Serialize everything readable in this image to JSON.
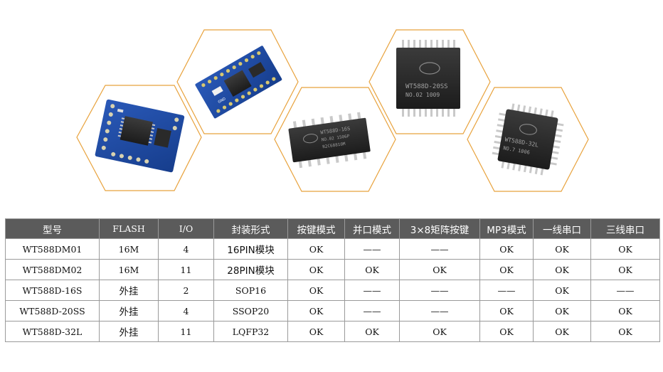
{
  "colors": {
    "hex_border": "#e8a23c",
    "table_header_bg": "#5b5b5b",
    "table_border": "#9a9a9a"
  },
  "gallery": {
    "items": [
      {
        "kind": "module-board",
        "marking": []
      },
      {
        "kind": "module-board-blue",
        "marking": [
          "GND"
        ]
      },
      {
        "kind": "chip-sop16",
        "marking": [
          "WT588D-16S",
          "NO.02  1506P",
          "R2C68810M"
        ]
      },
      {
        "kind": "chip-ssop20",
        "marking": [
          "WT588D-20SS",
          "NO.02    1009"
        ]
      },
      {
        "kind": "chip-lqfp32",
        "marking": [
          "WT588D-32L",
          "NO.7    1006"
        ]
      }
    ]
  },
  "table": {
    "headers": [
      "型号",
      "FLASH",
      "I/O",
      "封装形式",
      "按键模式",
      "并口模式",
      "3×8矩阵按键",
      "MP3模式",
      "一线串口",
      "三线串口"
    ],
    "rows": [
      [
        "WT588DM01",
        "16M",
        "4",
        "16PIN模块",
        "OK",
        "——",
        "——",
        "OK",
        "OK",
        "OK"
      ],
      [
        "WT588DM02",
        "16M",
        "11",
        "28PIN模块",
        "OK",
        "OK",
        "OK",
        "OK",
        "OK",
        "OK"
      ],
      [
        "WT588D-16S",
        "外挂",
        "2",
        "SOP16",
        "OK",
        "——",
        "——",
        "——",
        "OK",
        "——"
      ],
      [
        "WT588D-20SS",
        "外挂",
        "4",
        "SSOP20",
        "OK",
        "——",
        "——",
        "OK",
        "OK",
        "OK"
      ],
      [
        "WT588D-32L",
        "外挂",
        "11",
        "LQFP32",
        "OK",
        "OK",
        "OK",
        "OK",
        "OK",
        "OK"
      ]
    ]
  }
}
